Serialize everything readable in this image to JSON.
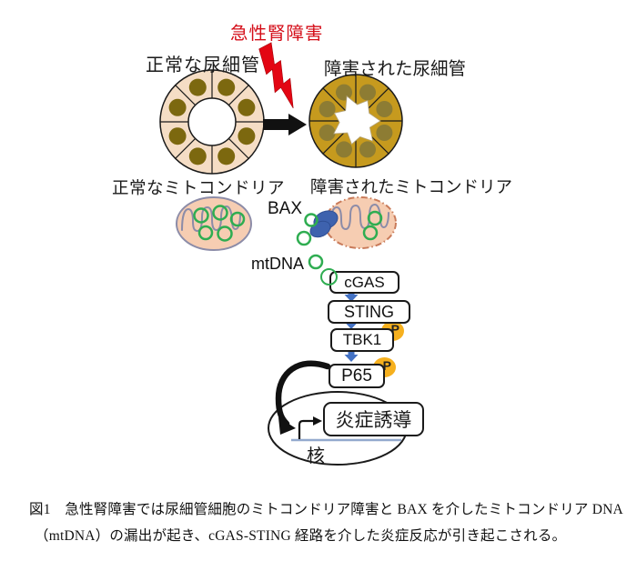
{
  "figure": {
    "trigger": "急性腎障害",
    "normal_tubule": "正常な尿細管",
    "damaged_tubule": "障害された尿細管",
    "normal_mito": "正常なミトコンドリア",
    "damaged_mito": "障害されたミトコンドリア",
    "bax": "BAX",
    "mtdna": "mtDNA",
    "phospho": "P",
    "inflammation": "炎症誘導",
    "nucleus": "核",
    "pathway": {
      "step1": "cGAS",
      "step2": "STING",
      "step3": "TBK1",
      "step4": "P65"
    }
  },
  "caption": {
    "line1": "図1　急性腎障害では尿細管細胞のミトコンドリア障害と BAX を介したミトコンドリア DNA",
    "line2": "（mtDNA）の漏出が起き、cGAS-STING 経路を介した炎症反応が引き起こされる。"
  },
  "colors": {
    "accent_red": "#D40D18",
    "pathway_arrow_blue": "#4472C4",
    "bax_blue": "#3E62AE",
    "mtdna_green": "#2FAD51",
    "phospho_orange": "#F6B01E",
    "normal_tubule_fill": "#F5DDC5",
    "damaged_tubule_fill": "#C69A1E",
    "mitochondria_fill": "#F6CDB2",
    "dna_line_blue": "#93A9CE"
  }
}
